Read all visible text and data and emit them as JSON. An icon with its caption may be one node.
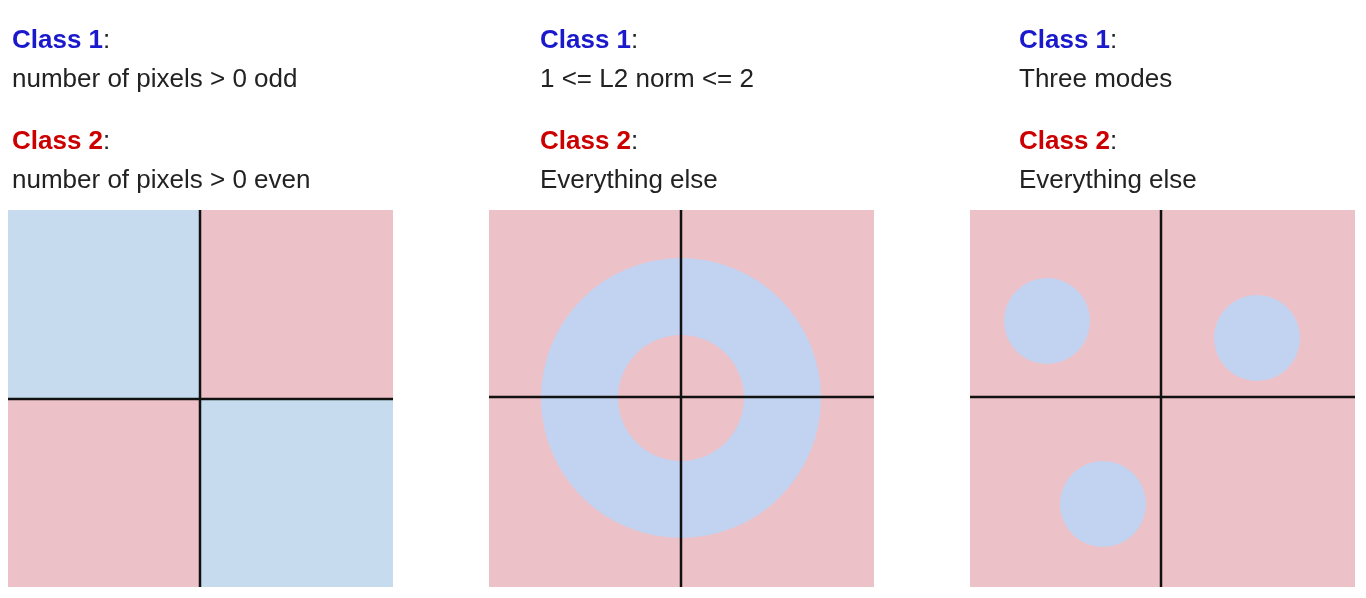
{
  "diagram": {
    "labels": [
      "**Class 1**:",
      "number of pixels > 0 odd",
      "**Class 2**:",
      "number of pixels > 0 even",
      "**Class 1**:",
      "1 <= L2 norm <= 2",
      "**Class 2**:",
      "Everything else",
      "**Class 1**:",
      "Three modes",
      "**Class 2**:",
      "Everything else"
    ]
  }
}
